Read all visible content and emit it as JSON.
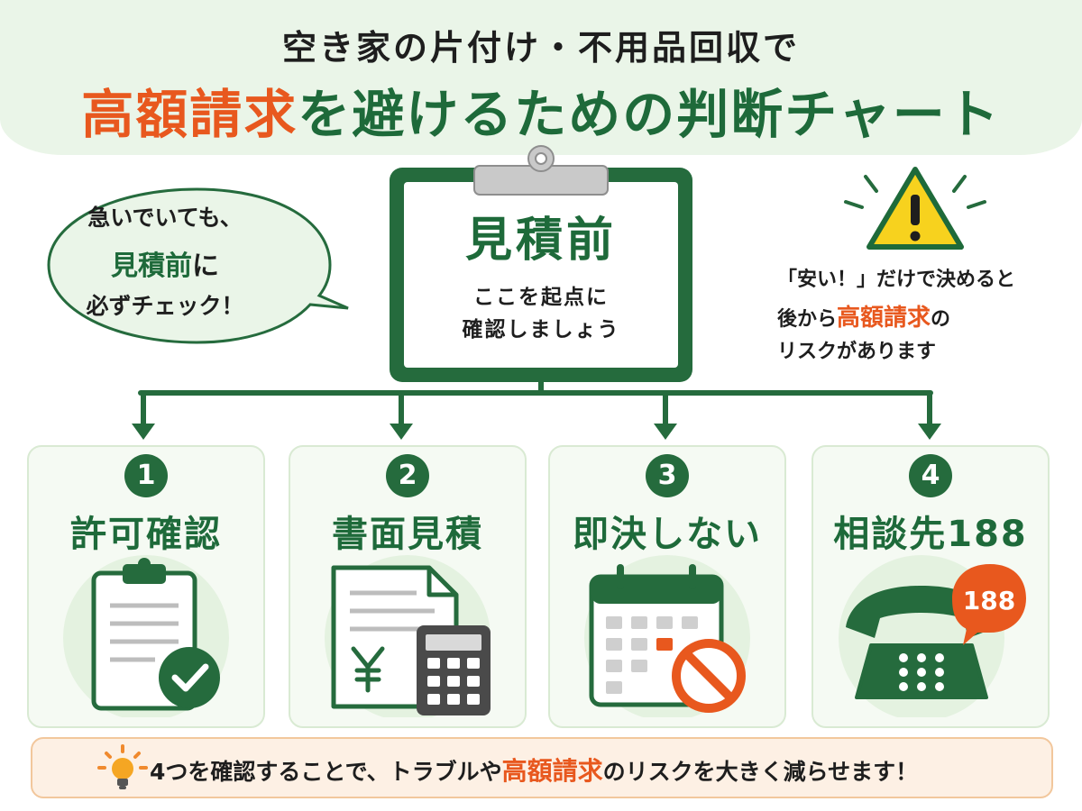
{
  "title": {
    "line1": "空き家の片付け・不用品回収で",
    "line2_highlight": "高額請求",
    "line2_rest": "を避けるための判断チャート"
  },
  "clipboard": {
    "heading": "見積前",
    "line1": "ここを起点に",
    "line2": "確認しましょう"
  },
  "bubble": {
    "line1": "急いでいても、",
    "line2_highlight": "見積前",
    "line2_rest": "に",
    "line3": "必ずチェック！"
  },
  "warning": {
    "line1": "「安い！」だけで決めると",
    "line2_pre": "後から",
    "line2_highlight": "高額請求",
    "line2_post": "の",
    "line3": "リスクがあります"
  },
  "steps": [
    {
      "number": "1",
      "title": "許可確認",
      "icon": "clipboard-check-icon"
    },
    {
      "number": "2",
      "title": "書面見積",
      "icon": "document-yen-calculator-icon"
    },
    {
      "number": "3",
      "title": "即決しない",
      "icon": "calendar-prohibited-icon"
    },
    {
      "number": "4",
      "title": "相談先188",
      "icon": "telephone-icon",
      "badge": "188"
    }
  ],
  "footer": {
    "text_pre": "4つを確認することで、トラブルや",
    "text_highlight": "高額請求",
    "text_post": "のリスクを大きく減らせます！",
    "icon": "lightbulb-icon"
  },
  "colors": {
    "green": "#256b3d",
    "orange": "#e8581e",
    "yellow": "#f7d21e",
    "light_green": "#eaf5e8"
  }
}
